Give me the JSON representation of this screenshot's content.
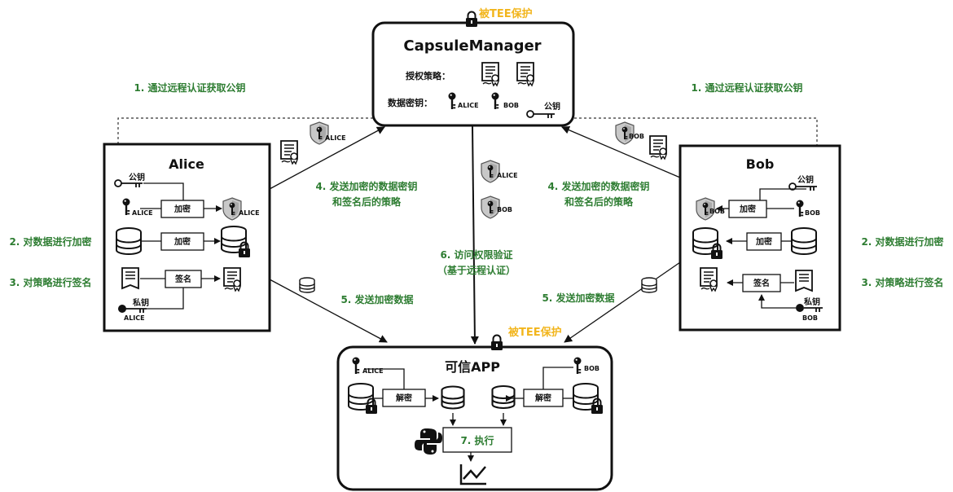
{
  "capsule_manager": {
    "title": "CapsuleManager",
    "tee_badge": "被TEE保护",
    "auth_policy_label": "授权策略：",
    "data_key_label": "数据密钥：",
    "key_alice": "ALICE",
    "key_bob": "BOB",
    "public_key": "公钥"
  },
  "alice": {
    "title": "Alice",
    "public_key": "公钥",
    "key_alice": "ALICE",
    "encrypt_key": "加密",
    "encrypt_data": "加密",
    "sign": "签名",
    "private_key": "私钥",
    "private_key_owner": "ALICE"
  },
  "bob": {
    "title": "Bob",
    "public_key": "公钥",
    "key_bob": "BOB",
    "encrypt_key": "加密",
    "encrypt_data": "加密",
    "sign": "签名",
    "private_key": "私钥",
    "private_key_owner": "BOB"
  },
  "trusted_app": {
    "title": "可信APP",
    "tee_badge": "被TEE保护",
    "key_alice": "ALICE",
    "key_bob": "BOB",
    "decrypt_left": "解密",
    "decrypt_right": "解密",
    "execute": "7. 执行"
  },
  "steps": {
    "step1_left": "1. 通过远程认证获取公钥",
    "step1_right": "1. 通过远程认证获取公钥",
    "step2_left": "2. 对数据进行加密",
    "step2_right": "2. 对数据进行加密",
    "step3_left": "3. 对策略进行签名",
    "step3_right": "3. 对策略进行签名",
    "step4_left_line1": "4. 发送加密的数据密钥",
    "step4_left_line2": "和签名后的策略",
    "step4_right_line1": "4. 发送加密的数据密钥",
    "step4_right_line2": "和签名后的策略",
    "step5_left": "5. 发送加密数据",
    "step5_right": "5. 发送加密数据",
    "step6_line1": "6. 访问权限验证",
    "step6_line2": "（基于远程认证）"
  },
  "flow_keys": {
    "alice_to_cm": "ALICE",
    "bob_to_cm": "BOB",
    "cm_to_app_alice": "ALICE",
    "cm_to_app_bob": "BOB"
  }
}
